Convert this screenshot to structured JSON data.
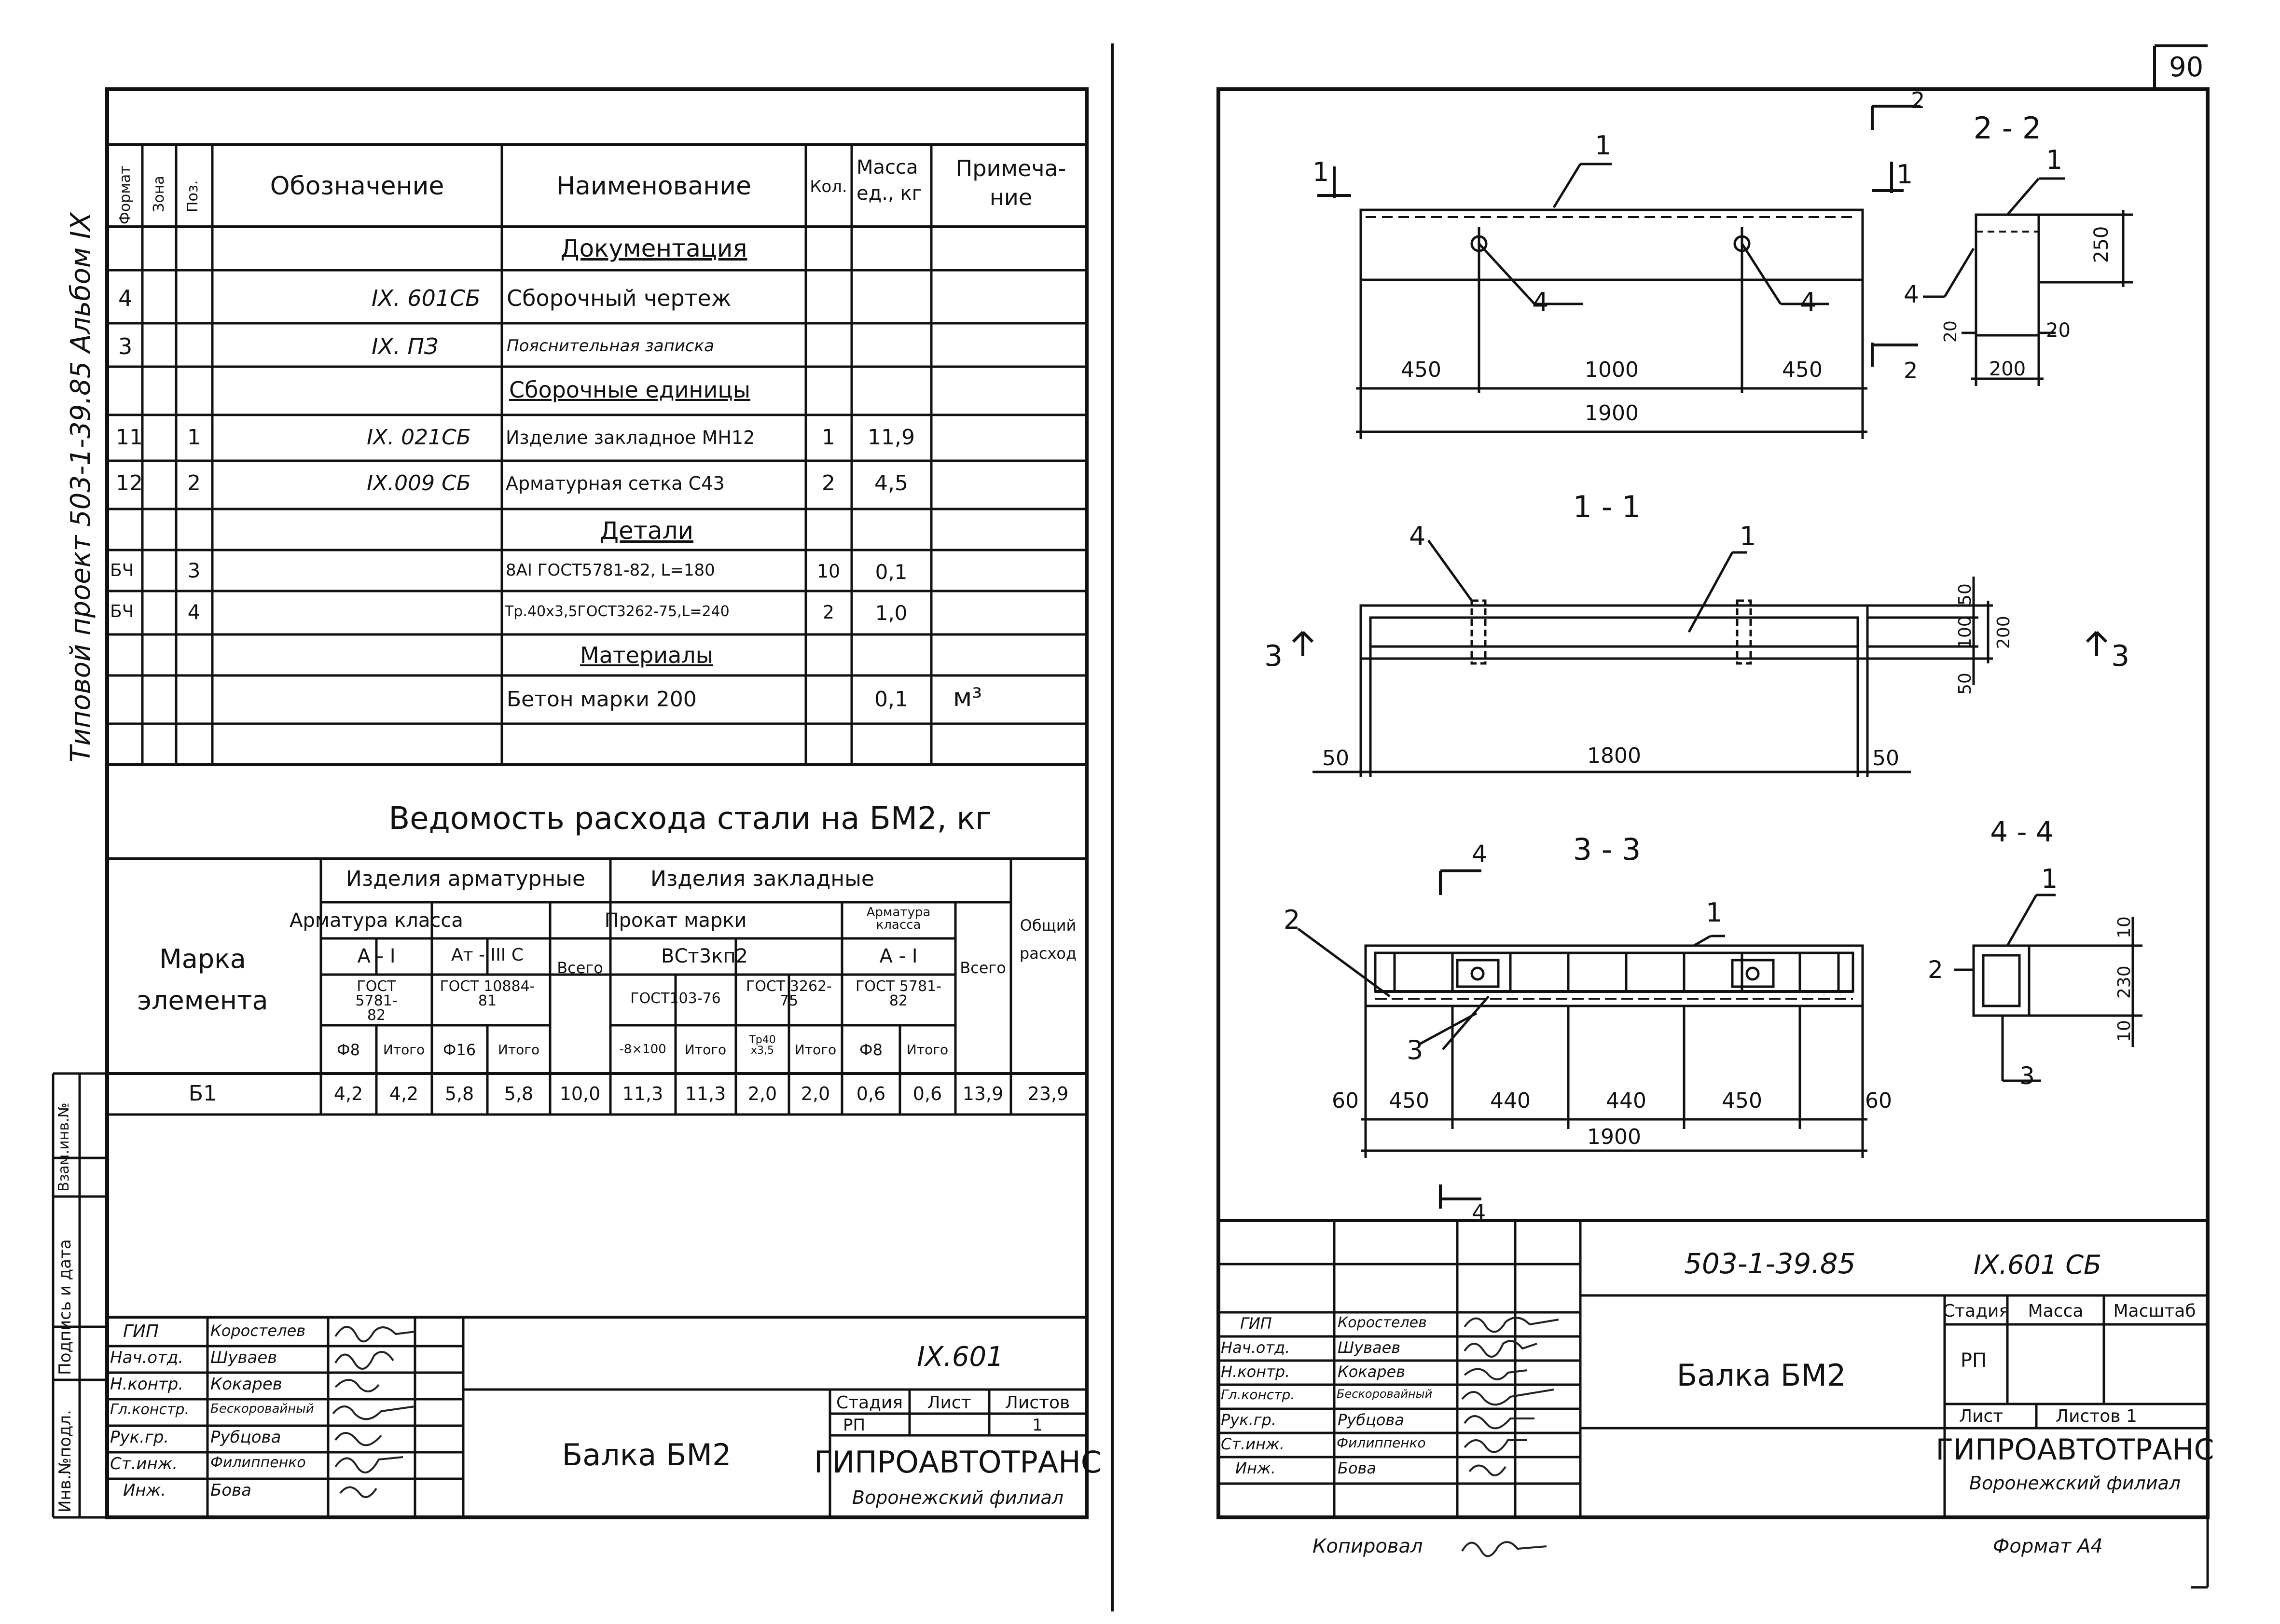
{
  "page_number": "90",
  "side_stamp": {
    "series": "Типовой проект 503-1-39.85 Альбом IX"
  },
  "spec_table": {
    "headers": {
      "format": "Формат",
      "zone": "Зона",
      "pos": "Поз.",
      "designation": "Обозначение",
      "name": "Наименование",
      "qty": "Кол.",
      "mass": "Масса ед., кг",
      "note": "Примеча- ние"
    },
    "rows": [
      {
        "format": "",
        "zone": "",
        "pos": "",
        "designation": "",
        "name": "Документация",
        "qty": "",
        "mass": "",
        "note": ""
      },
      {
        "format": "4",
        "zone": "",
        "pos": "",
        "designation": "IX. 601СБ",
        "name": "Сборочный чертеж",
        "qty": "",
        "mass": "",
        "note": ""
      },
      {
        "format": "3",
        "zone": "",
        "pos": "",
        "designation": "IX. ПЗ",
        "name": "Пояснительная записка",
        "qty": "",
        "mass": "",
        "note": ""
      },
      {
        "format": "",
        "zone": "",
        "pos": "",
        "designation": "",
        "name": "Сборочные единицы",
        "qty": "",
        "mass": "",
        "note": ""
      },
      {
        "format": "11",
        "zone": "",
        "pos": "1",
        "designation": "IX. 021СБ",
        "name": "Изделие закладное МН12",
        "qty": "1",
        "mass": "11,9",
        "note": ""
      },
      {
        "format": "12",
        "zone": "",
        "pos": "2",
        "designation": "IX.009 СБ",
        "name": "Арматурная сетка С43",
        "qty": "2",
        "mass": "4,5",
        "note": ""
      },
      {
        "format": "",
        "zone": "",
        "pos": "",
        "designation": "",
        "name": "Детали",
        "qty": "",
        "mass": "",
        "note": ""
      },
      {
        "format": "БЧ",
        "zone": "",
        "pos": "3",
        "designation": "",
        "name": "8АI ГОСТ5781-82, L=180",
        "qty": "10",
        "mass": "0,1",
        "note": ""
      },
      {
        "format": "БЧ",
        "zone": "",
        "pos": "4",
        "designation": "",
        "name": "Тр.40х3,5ГОСТ3262-75,L=240",
        "qty": "2",
        "mass": "1,0",
        "note": ""
      },
      {
        "format": "",
        "zone": "",
        "pos": "",
        "designation": "",
        "name": "Материалы",
        "qty": "",
        "mass": "",
        "note": ""
      },
      {
        "format": "",
        "zone": "",
        "pos": "",
        "designation": "",
        "name": "Бетон марки 200",
        "qty": "",
        "mass": "0,1",
        "note": "м³"
      }
    ]
  },
  "steel_table": {
    "title": "Ведомость расхода стали на БМ2, кг",
    "mark_header": "Марка элемента",
    "group1": "Изделия арматурные",
    "group2": "Изделия закладные",
    "armatura_class": "Арматура класса",
    "prokat": "Прокат марки",
    "armatura_class2": "Арматура класса",
    "a1": "A - I",
    "at3": "Ат - III С",
    "st": "ВСт3кп2",
    "a1b": "A - I",
    "gost1": "ГОСТ 5781-82",
    "gost2": "ГОСТ 10884-81",
    "gost3": "ГОСТ103-76",
    "gost4": "ГОСТ 3262-75",
    "gost5": "ГОСТ 5781-82",
    "vsego": "Всего",
    "obshiy": "Общий расход",
    "sub": [
      "Ф8",
      "Итого",
      "Ф16",
      "Итого",
      "-8×100",
      "Итого",
      "Тр40 х3,5",
      "Итого",
      "Ф8",
      "Итого"
    ],
    "row": {
      "mark": "Б1",
      "values": [
        "4,2",
        "4,2",
        "5,8",
        "5,8",
        "10,0",
        "11,3",
        "11,3",
        "2,0",
        "2,0",
        "0,6",
        "0,6",
        "13,9",
        "23,9"
      ]
    }
  },
  "left_stamp_side": [
    "Инв.№подл.",
    "Подпись и дата",
    "Взам.инв.№"
  ],
  "left_title_block": {
    "roles": [
      "ГИП",
      "Нач.отд.",
      "Н.контр.",
      "Гл.констр.",
      "Рук.гр.",
      "Ст.инж.",
      "Инж."
    ],
    "names": [
      "Коростелев",
      "Шуваев",
      "Кокарев",
      "Бескоровайный",
      "Рубцова",
      "Филиппенко",
      "Бова"
    ],
    "code": "IX.601",
    "title": "Балка БМ2",
    "stadia": "Стадия",
    "list": "Лист",
    "listov": "Листов",
    "stadia_val": "РП",
    "list_val": "",
    "listov_val": "1",
    "org": "ГИПРОАВТОТРАНС",
    "branch": "Воронежский филиал"
  },
  "drawing": {
    "section_11": "1 - 1",
    "section_22": "2 - 2",
    "section_33": "3 - 3",
    "section_44": "4 - 4",
    "dims_top": [
      "450",
      "1000",
      "450",
      "1900"
    ],
    "dims_22": [
      "250",
      "20",
      "20",
      "200"
    ],
    "dims_11": [
      "50",
      "1800",
      "50",
      "50",
      "100",
      "50",
      "200"
    ],
    "dims_33": [
      "60",
      "450",
      "440",
      "440",
      "450",
      "60",
      "1900"
    ],
    "dims_44": [
      "10",
      "230",
      "10"
    ],
    "pos_labels": [
      "1",
      "2",
      "3",
      "4"
    ]
  },
  "right_title_block": {
    "project": "503-1-39.85",
    "code": "IX.601 СБ",
    "title": "Балка БМ2",
    "roles": [
      "ГИП",
      "Нач.отд.",
      "Н.контр.",
      "Гл.констр.",
      "Рук.гр.",
      "Ст.инж.",
      "Инж."
    ],
    "names": [
      "Коростелев",
      "Шуваев",
      "Кокарев",
      "Бескоровайный",
      "Рубцова",
      "Филиппенко",
      "Бова"
    ],
    "stadia": "Стадия",
    "massa": "Масса",
    "masshtab": "Масштаб",
    "stadia_val": "РП",
    "list": "Лист",
    "listov": "Листов 1",
    "org": "ГИПРОАВТОТРАНС",
    "branch": "Воронежский филиал"
  },
  "footer": {
    "copied": "Копировал",
    "format": "Формат А4"
  }
}
